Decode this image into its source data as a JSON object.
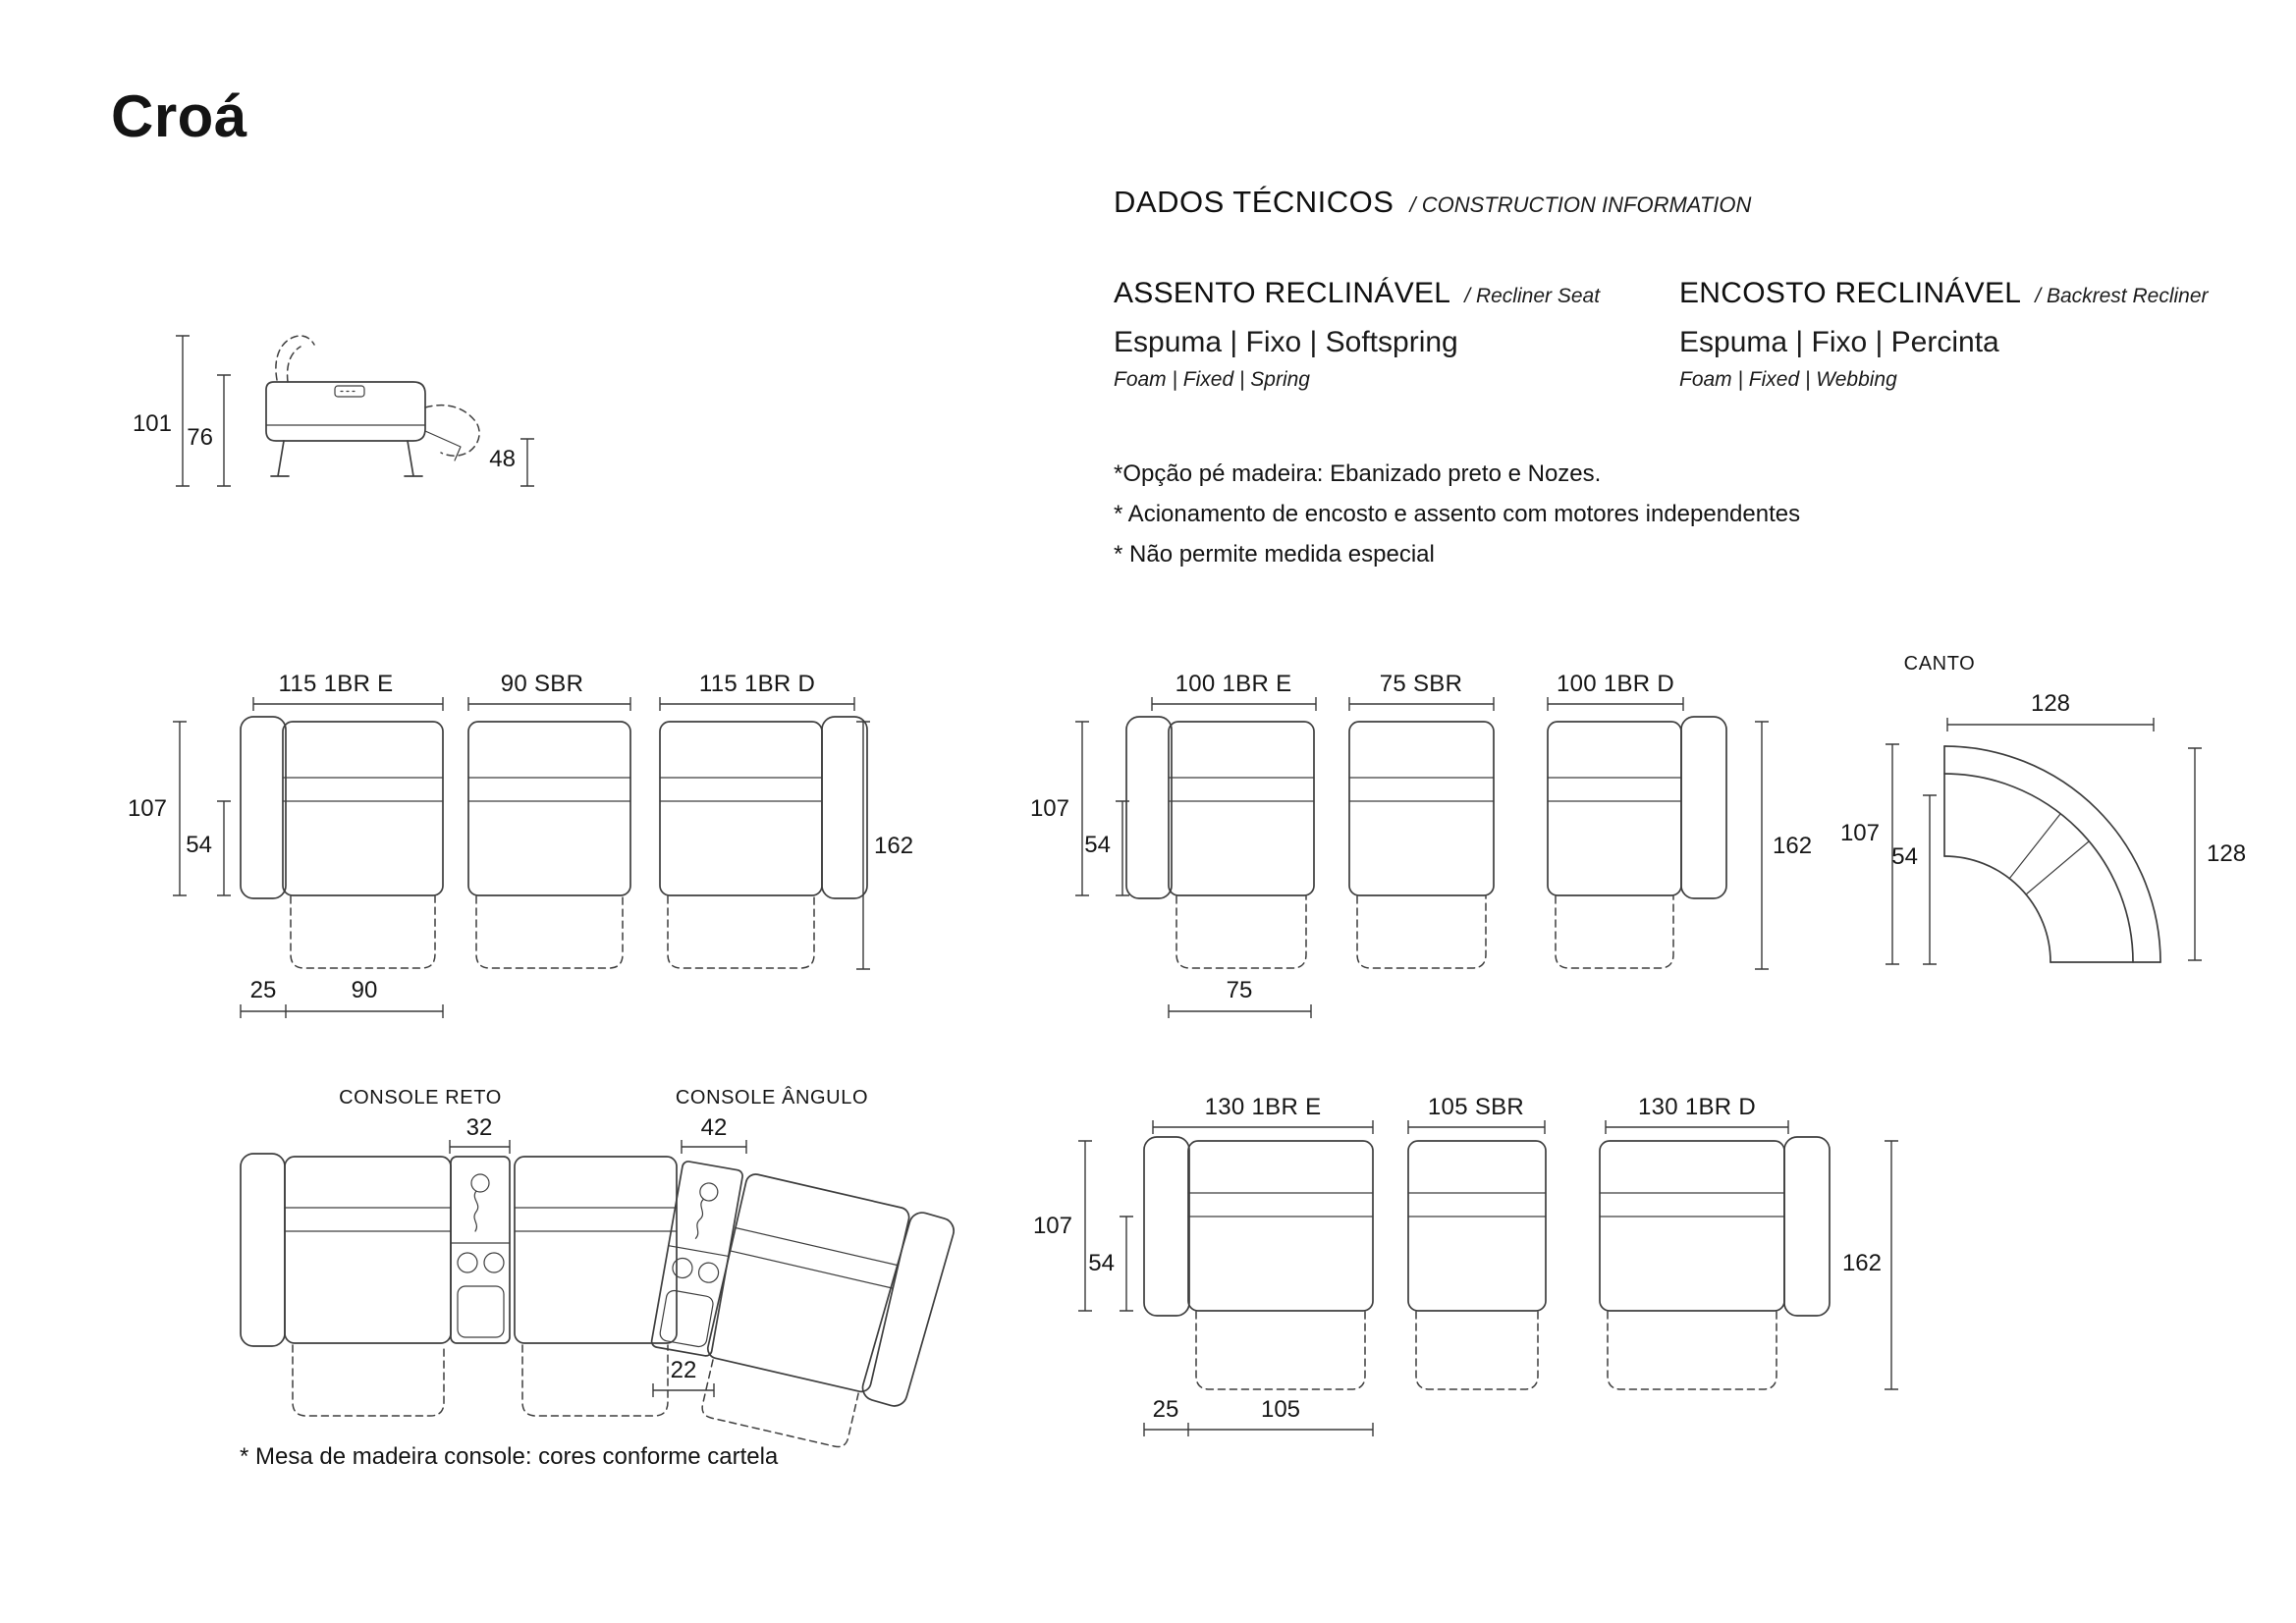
{
  "title": "Croá",
  "tech": {
    "heading": "DADOS TÉCNICOS",
    "heading_en": "/ CONSTRUCTION INFORMATION",
    "seat": {
      "title": "ASSENTO RECLINÁVEL",
      "subtitle": "/ Recliner Seat",
      "spec_pt": "Espuma | Fixo | Softspring",
      "spec_en": "Foam | Fixed | Spring"
    },
    "backrest": {
      "title": "ENCOSTO RECLINÁVEL",
      "subtitle": "/ Backrest Recliner",
      "spec_pt": "Espuma | Fixo | Percinta",
      "spec_en": "Foam | Fixed | Webbing"
    },
    "notes": [
      "*Opção pé madeira: Ebanizado preto e Nozes.",
      "* Acionamento de encosto e assento com motores independentes",
      "* Não permite medida especial"
    ]
  },
  "side_view": {
    "total_height": "101",
    "seat_height": "76",
    "footrest_height": "48"
  },
  "sofa_115": {
    "module_left": "115 1BR E",
    "module_center": "90 SBR",
    "module_right": "115 1BR D",
    "height": "107",
    "seat_height": "54",
    "open_depth": "162",
    "arm_width": "25",
    "seat_width": "90"
  },
  "sofa_100": {
    "module_left": "100 1BR E",
    "module_center": "75 SBR",
    "module_right": "100 1BR D",
    "height": "107",
    "seat_height": "54",
    "open_depth": "162",
    "seat_width": "75"
  },
  "canto": {
    "label": "CANTO",
    "width": "128",
    "height": "107",
    "seat_height": "54",
    "depth": "128"
  },
  "consoles": {
    "straight_label": "CONSOLE RETO",
    "straight_width": "32",
    "angled_label": "CONSOLE ÂNGULO",
    "angled_width": "42",
    "angled_bottom_width": "22"
  },
  "sofa_130": {
    "module_left": "130 1BR E",
    "module_center": "105 SBR",
    "module_right": "130 1BR D",
    "height": "107",
    "seat_height": "54",
    "open_depth": "162",
    "arm_width": "25",
    "seat_width": "105"
  },
  "footnote": "* Mesa de madeira console: cores conforme cartela"
}
